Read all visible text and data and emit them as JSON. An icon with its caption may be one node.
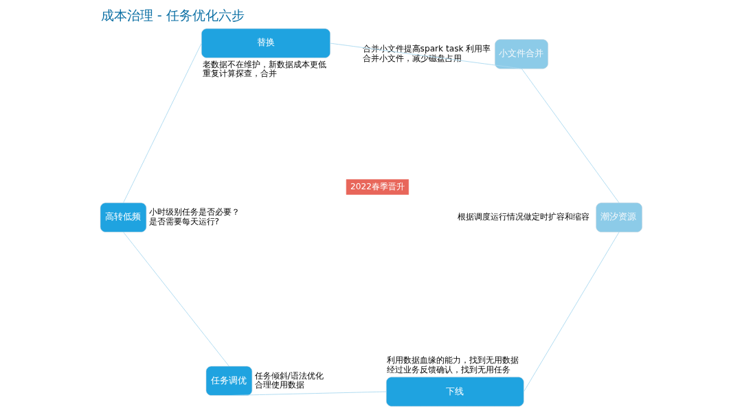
{
  "diagram": {
    "title": "成本治理 - 任务优化六步",
    "nodes": [
      {
        "text": [
          "下线"
        ],
        "beside": [
          "利用数据血缘的能力，找到无用数据",
          "经过业务反馈确认，找到无用任务"
        ]
      },
      {
        "text": [
          "任务调优"
        ],
        "beside": [
          "任务倾斜/语法优化",
          "合理使用数据"
        ]
      },
      {
        "text": [
          "高转低频"
        ],
        "beside": [
          "小时级别任务是否必要？",
          "是否需要每天运行?"
        ]
      },
      {
        "text": [
          "替换"
        ],
        "beside": [
          "老数据不在维护，新数据成本更低",
          "重复计算探查，合并"
        ]
      },
      {
        "text": [
          "小文件合并"
        ],
        "beside": [
          "合并小文件提高spark task 利用率",
          "合并小文件，减少磁盘占用"
        ]
      },
      {
        "text": [
          "潮汐资源"
        ],
        "beside": [
          "根据调度运行情况做定时扩容和缩容"
        ]
      }
    ],
    "edges": [
      {
        "from": 0,
        "to": 1,
        "arrow": "none"
      },
      {
        "from": 1,
        "to": 2,
        "arrow": "none"
      },
      {
        "from": 2,
        "to": 3,
        "arrow": "none"
      },
      {
        "from": 3,
        "to": 4,
        "arrow": "none"
      },
      {
        "from": 4,
        "to": 5,
        "arrow": "none"
      },
      {
        "from": 5,
        "to": 0,
        "arrow": "none"
      }
    ],
    "labels": [
      "2022春季晋升"
    ]
  }
}
